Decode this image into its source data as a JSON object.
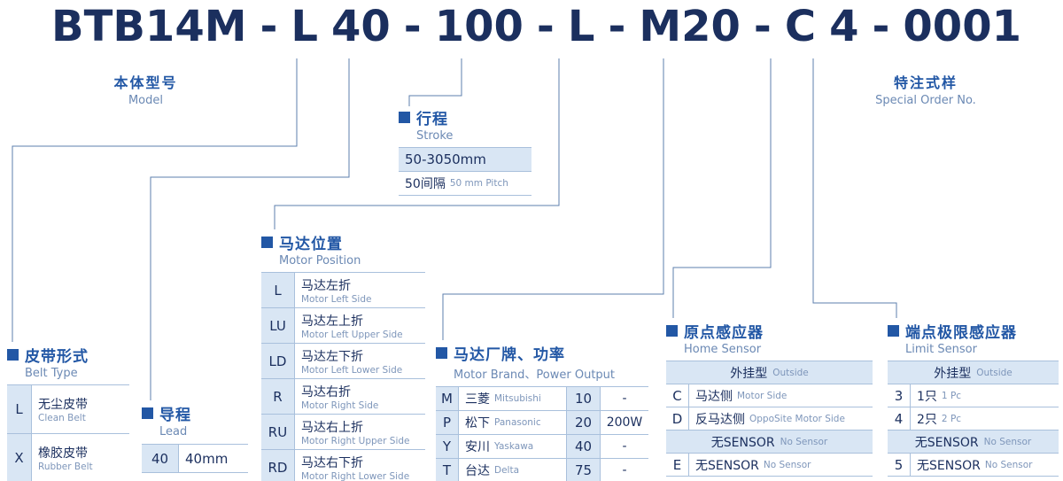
{
  "title": {
    "segments": [
      "BTB14M",
      "-",
      "L",
      "40",
      "-",
      "100",
      "-",
      "L",
      "-",
      "M20",
      "-",
      "C",
      "4",
      "-",
      "0001"
    ]
  },
  "model_label": {
    "zh": "本体型号",
    "en": "Model"
  },
  "special_label": {
    "zh": "特注式样",
    "en": "Special Order No."
  },
  "stroke": {
    "zh": "行程",
    "en": "Stroke",
    "range": "50-3050mm",
    "pitch_zh": "50间隔",
    "pitch_en": "50 mm Pitch"
  },
  "motor_position": {
    "zh": "马达位置",
    "en": "Motor Position",
    "rows": [
      {
        "code": "L",
        "zh": "马达左折",
        "en": "Motor Left Side"
      },
      {
        "code": "LU",
        "zh": "马达左上折",
        "en": "Motor Left Upper Side"
      },
      {
        "code": "LD",
        "zh": "马达左下折",
        "en": "Motor Left Lower Side"
      },
      {
        "code": "R",
        "zh": "马达右折",
        "en": "Motor Right Side"
      },
      {
        "code": "RU",
        "zh": "马达右上折",
        "en": "Motor Right Upper Side"
      },
      {
        "code": "RD",
        "zh": "马达右下折",
        "en": "Motor Right Lower Side"
      }
    ]
  },
  "belt_type": {
    "zh": "皮带形式",
    "en": "Belt Type",
    "rows": [
      {
        "code": "L",
        "zh": "无尘皮带",
        "en": "Clean Belt"
      },
      {
        "code": "X",
        "zh": "橡胶皮带",
        "en": "Rubber Belt"
      }
    ]
  },
  "lead": {
    "zh": "导程",
    "en": "Lead",
    "rows": [
      {
        "code": "40",
        "value": "40mm"
      }
    ]
  },
  "motor_brand": {
    "zh": "马达厂牌、功率",
    "en": "Motor Brand、Power Output",
    "rows": [
      {
        "code": "M",
        "brand_zh": "三菱",
        "brand_en": "Mitsubishi",
        "power_code": "10",
        "power": "-"
      },
      {
        "code": "P",
        "brand_zh": "松下",
        "brand_en": "Panasonic",
        "power_code": "20",
        "power": "200W"
      },
      {
        "code": "Y",
        "brand_zh": "安川",
        "brand_en": "Yaskawa",
        "power_code": "40",
        "power": "-"
      },
      {
        "code": "T",
        "brand_zh": "台达",
        "brand_en": "Delta",
        "power_code": "75",
        "power": "-"
      }
    ]
  },
  "home_sensor": {
    "zh": "原点感应器",
    "en": "Home Sensor",
    "group1_zh": "外挂型",
    "group1_en": "Outside",
    "rows": [
      {
        "code": "C",
        "zh": "马达侧",
        "en": "Motor Side"
      },
      {
        "code": "D",
        "zh": "反马达侧",
        "en": "OppoSite Motor Side"
      }
    ],
    "group2_zh": "无SENSOR",
    "group2_en": "No Sensor",
    "rows2": [
      {
        "code": "E",
        "zh": "无SENSOR",
        "en": "No Sensor"
      }
    ]
  },
  "limit_sensor": {
    "zh": "端点极限感应器",
    "en": "Limit Sensor",
    "group1_zh": "外挂型",
    "group1_en": "Outside",
    "rows": [
      {
        "code": "3",
        "zh": "1只",
        "en": "1 Pc"
      },
      {
        "code": "4",
        "zh": "2只",
        "en": "2 Pc"
      }
    ],
    "group2_zh": "无SENSOR",
    "group2_en": "No Sensor",
    "rows2": [
      {
        "code": "5",
        "zh": "无SENSOR",
        "en": "No Sensor"
      }
    ]
  },
  "colors": {
    "title_text": "#1b2f5e",
    "accent": "#2257a5",
    "accent_light": "#6b89b4",
    "row_highlight_bg": "#d9e6f4",
    "table_border": "#a9c0dc",
    "leader_line": "#5d7fae"
  }
}
